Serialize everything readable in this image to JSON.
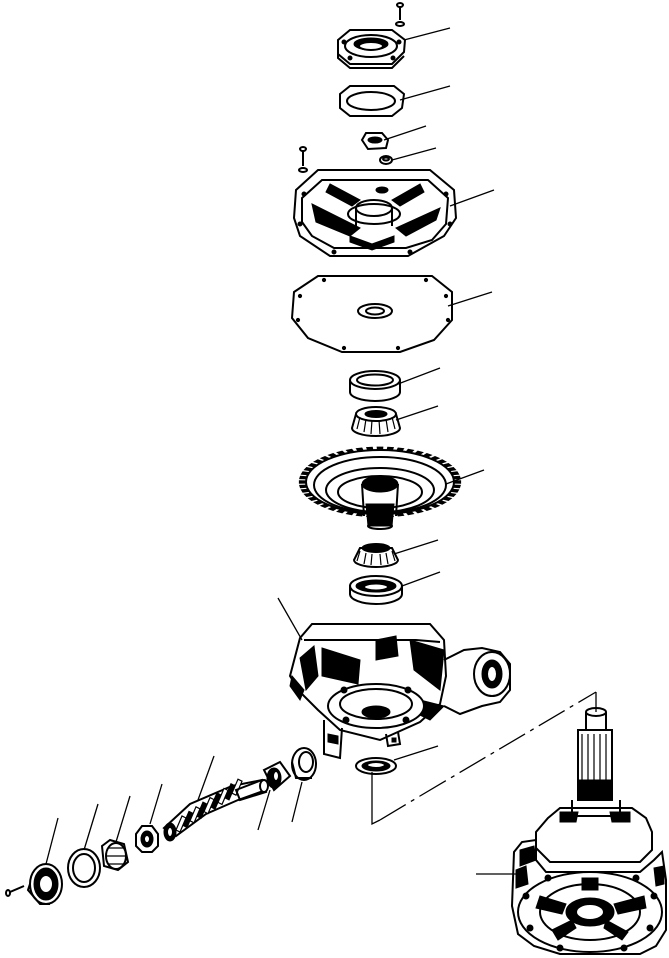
{
  "diagram": {
    "type": "exploded-parts-view",
    "parts": [
      "bolt-top",
      "top-cover",
      "gasket-top",
      "nut",
      "washer",
      "bolt-housing",
      "housing-cover",
      "gasket-large",
      "bearing-cup-upper",
      "bearing-cone-upper",
      "ring-gear",
      "bearing-cone-lower",
      "bearing-cup-lower",
      "gear-housing",
      "seal-lower",
      "output-shaft-assembly",
      "pinion-shaft",
      "bearing-cone-pinion",
      "bearing-cup-pinion",
      "nut-pinion",
      "bearing-cone-front",
      "shim",
      "seal-front",
      "bolt-front"
    ]
  }
}
